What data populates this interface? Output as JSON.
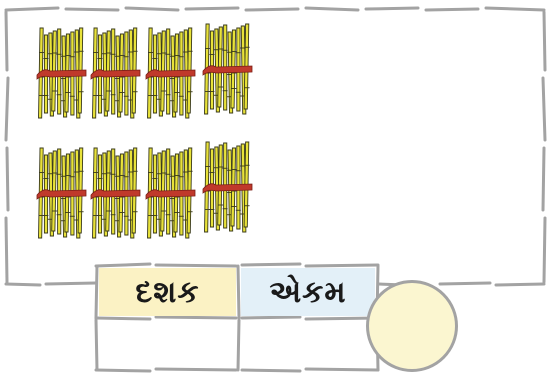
{
  "bundles": {
    "count": 8,
    "rows": 2,
    "per_row": 4
  },
  "place_value_table": {
    "tens_label": "દશક",
    "ones_label": "એકમ",
    "tens_value": "",
    "ones_value": ""
  },
  "colors": {
    "stick_yellow": "#e8e23a",
    "stick_outline": "#3a3a1a",
    "band_red": "#c0392b",
    "tens_header_bg": "#fbf2c4",
    "ones_header_bg": "#e3f0f8",
    "circle_fill": "#fbf6d0",
    "border_gray": "#9a9a9a"
  }
}
